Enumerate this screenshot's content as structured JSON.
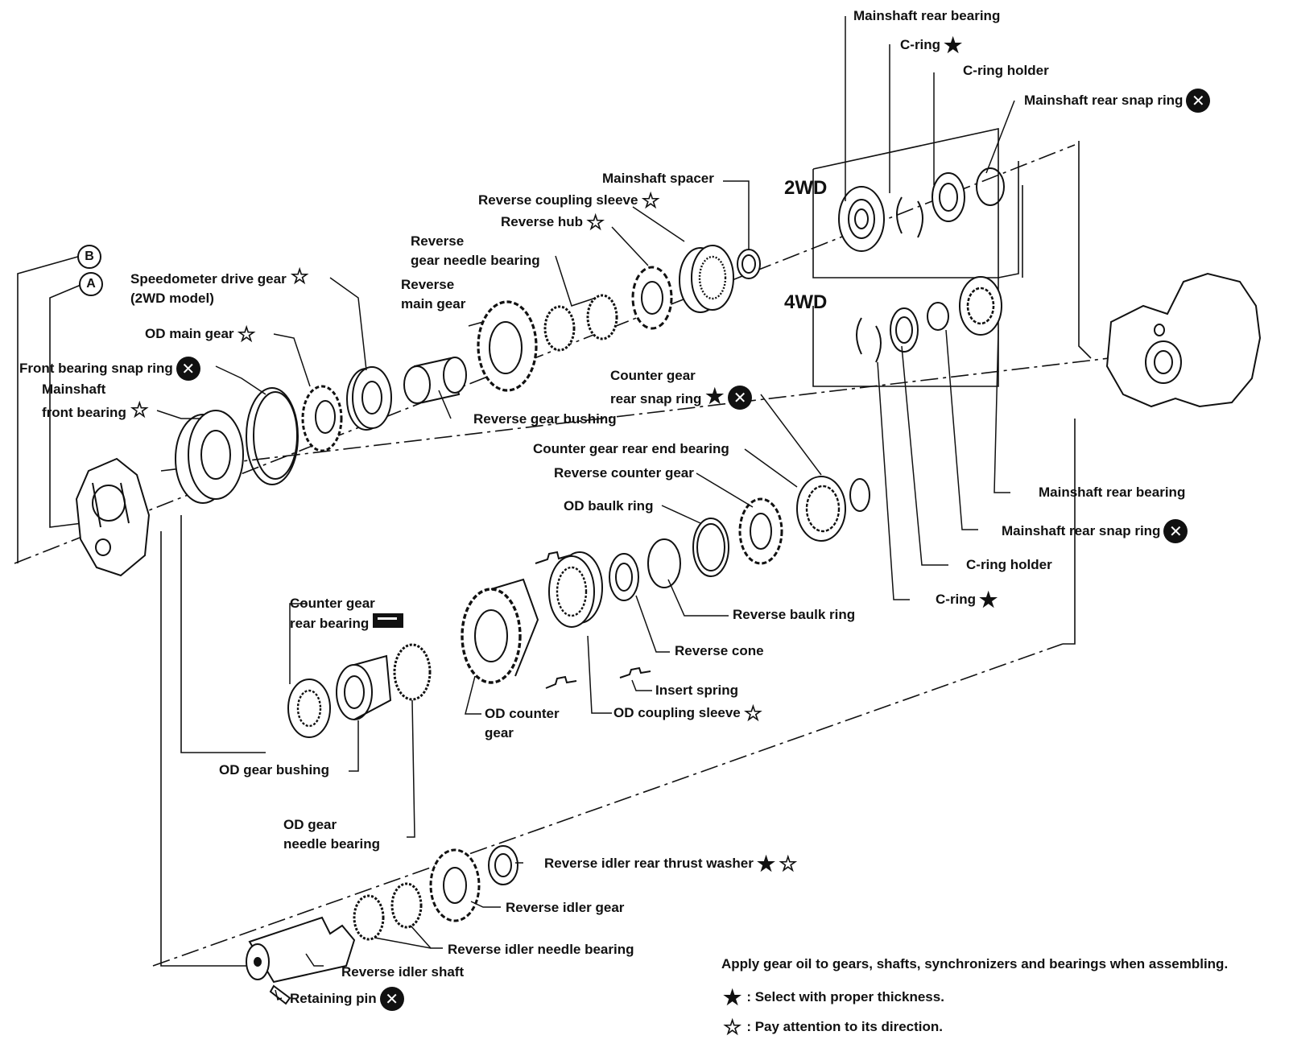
{
  "badges": {
    "b": "B",
    "a": "A"
  },
  "variants": {
    "two_wd": "2WD",
    "four_wd": "4WD"
  },
  "labels": {
    "mainshaft_rear_bearing_top": "Mainshaft rear bearing",
    "c_ring_top": "C-ring",
    "c_ring_holder_top": "C-ring holder",
    "mainshaft_rear_snap_ring_top": "Mainshaft rear snap ring",
    "mainshaft_spacer": "Mainshaft spacer",
    "reverse_coupling_sleeve": "Reverse coupling sleeve",
    "reverse_hub": "Reverse hub",
    "reverse_gear_needle_bearing_1": "Reverse",
    "reverse_gear_needle_bearing_2": "gear needle bearing",
    "speedometer_drive_gear_1": "Speedometer drive gear",
    "speedometer_drive_gear_2": "(2WD model)",
    "reverse_main_gear_1": "Reverse",
    "reverse_main_gear_2": "main gear",
    "od_main_gear": "OD main gear",
    "front_bearing_snap_ring": "Front bearing snap ring",
    "mainshaft_front_bearing_1": "Mainshaft",
    "mainshaft_front_bearing_2": "front bearing",
    "reverse_gear_bushing": "Reverse gear bushing",
    "counter_gear_rear_snap_ring_1": "Counter gear",
    "counter_gear_rear_snap_ring_2": "rear snap ring",
    "counter_gear_rear_end_bearing": "Counter gear rear end bearing",
    "reverse_counter_gear": "Reverse counter gear",
    "od_baulk_ring": "OD baulk ring",
    "mainshaft_rear_bearing_bottom": "Mainshaft rear bearing",
    "mainshaft_rear_snap_ring_bottom": "Mainshaft rear snap ring",
    "c_ring_holder_bottom": "C-ring holder",
    "c_ring_bottom": "C-ring",
    "reverse_baulk_ring": "Reverse baulk ring",
    "reverse_cone": "Reverse cone",
    "insert_spring": "Insert spring",
    "od_coupling_sleeve": "OD coupling sleeve",
    "od_counter_gear_1": "OD counter",
    "od_counter_gear_2": "gear",
    "counter_gear_rear_bearing_1": "Counter gear",
    "counter_gear_rear_bearing_2": "rear bearing",
    "od_gear_bushing": "OD gear bushing",
    "od_gear_needle_bearing_1": "OD gear",
    "od_gear_needle_bearing_2": "needle bearing",
    "reverse_idler_rear_thrust_washer": "Reverse idler rear thrust washer",
    "reverse_idler_gear": "Reverse idler gear",
    "reverse_idler_needle_bearing": "Reverse idler needle bearing",
    "reverse_idler_shaft": "Reverse idler shaft",
    "retaining_pin": "Retaining pin"
  },
  "notes": {
    "apply_oil": "Apply gear oil to gears, shafts, synchronizers and bearings when assembling.",
    "select_thickness": ": Select with proper thickness.",
    "pay_attention": ": Pay attention to its direction."
  },
  "symbols": {
    "star_filled": "★",
    "star_outline": "☆",
    "do_not_reuse": "✕"
  }
}
